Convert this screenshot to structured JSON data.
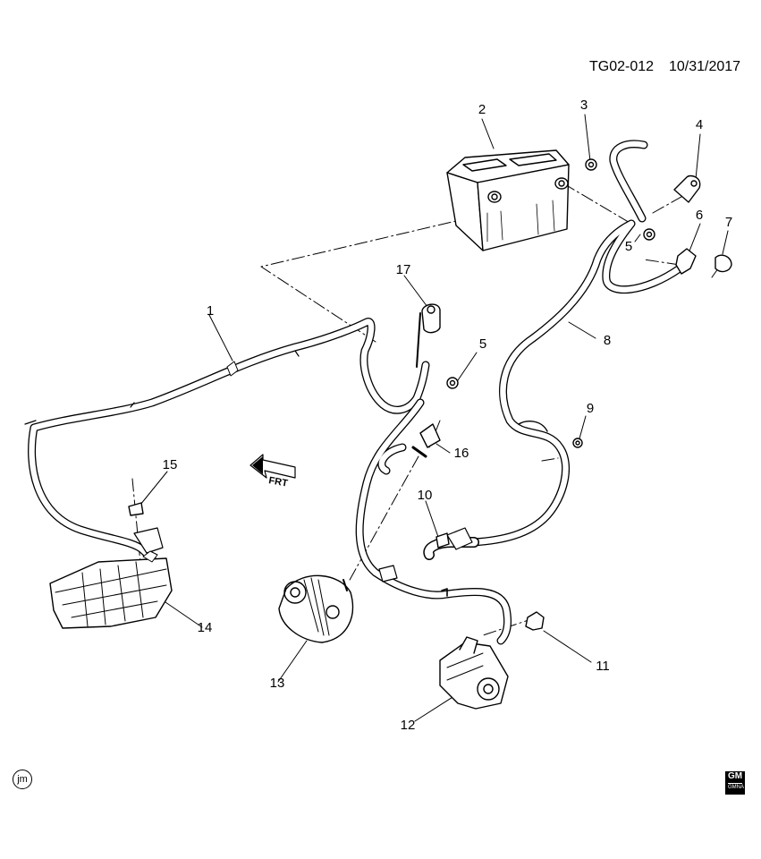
{
  "doc_id": "TG02-012",
  "doc_date": "10/31/2017",
  "front_arrow_label": "FRT",
  "author_mark": "jm",
  "brand_mark": "GM",
  "brand_sub": "GMNA",
  "callouts": [
    "1",
    "2",
    "3",
    "4",
    "5",
    "5",
    "6",
    "7",
    "8",
    "9",
    "10",
    "11",
    "12",
    "13",
    "14",
    "15",
    "16",
    "17"
  ]
}
